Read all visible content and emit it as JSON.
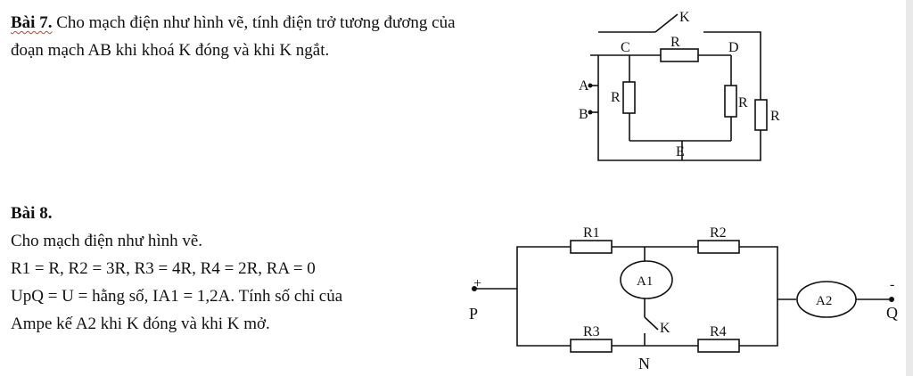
{
  "bai7": {
    "title": "Bài 7.",
    "text_line1": "Cho mạch điện như hình vẽ, tính điện trở tương đương của",
    "text_line2": "đoạn mạch AB khi khoá K đóng và khi K ngắt."
  },
  "bai8": {
    "title": "Bài 8.",
    "line1": "Cho mạch điện như hình vẽ.",
    "line2": "R1 = R, R2 = 3R, R3 = 4R, R4 = 2R, RA = 0",
    "line3": "UpQ = U = hằng số, IA1 = 1,2A. Tính số chỉ của",
    "line4": "Ampe kế A2 khi K đóng và khi K mở."
  },
  "circuit1": {
    "labels": {
      "K": "K",
      "C": "C",
      "R_top": "R",
      "D": "D",
      "A": "A",
      "B": "B",
      "R_left": "R",
      "R_mid": "R",
      "R_right": "R",
      "E": "E"
    }
  },
  "circuit2": {
    "labels": {
      "R1": "R1",
      "R2": "R2",
      "A1": "A1",
      "plus": "+",
      "P": "P",
      "A2": "A2",
      "minus": "-",
      "Q": "Q",
      "R3": "R3",
      "K": "K",
      "R4": "R4",
      "N": "N"
    }
  }
}
